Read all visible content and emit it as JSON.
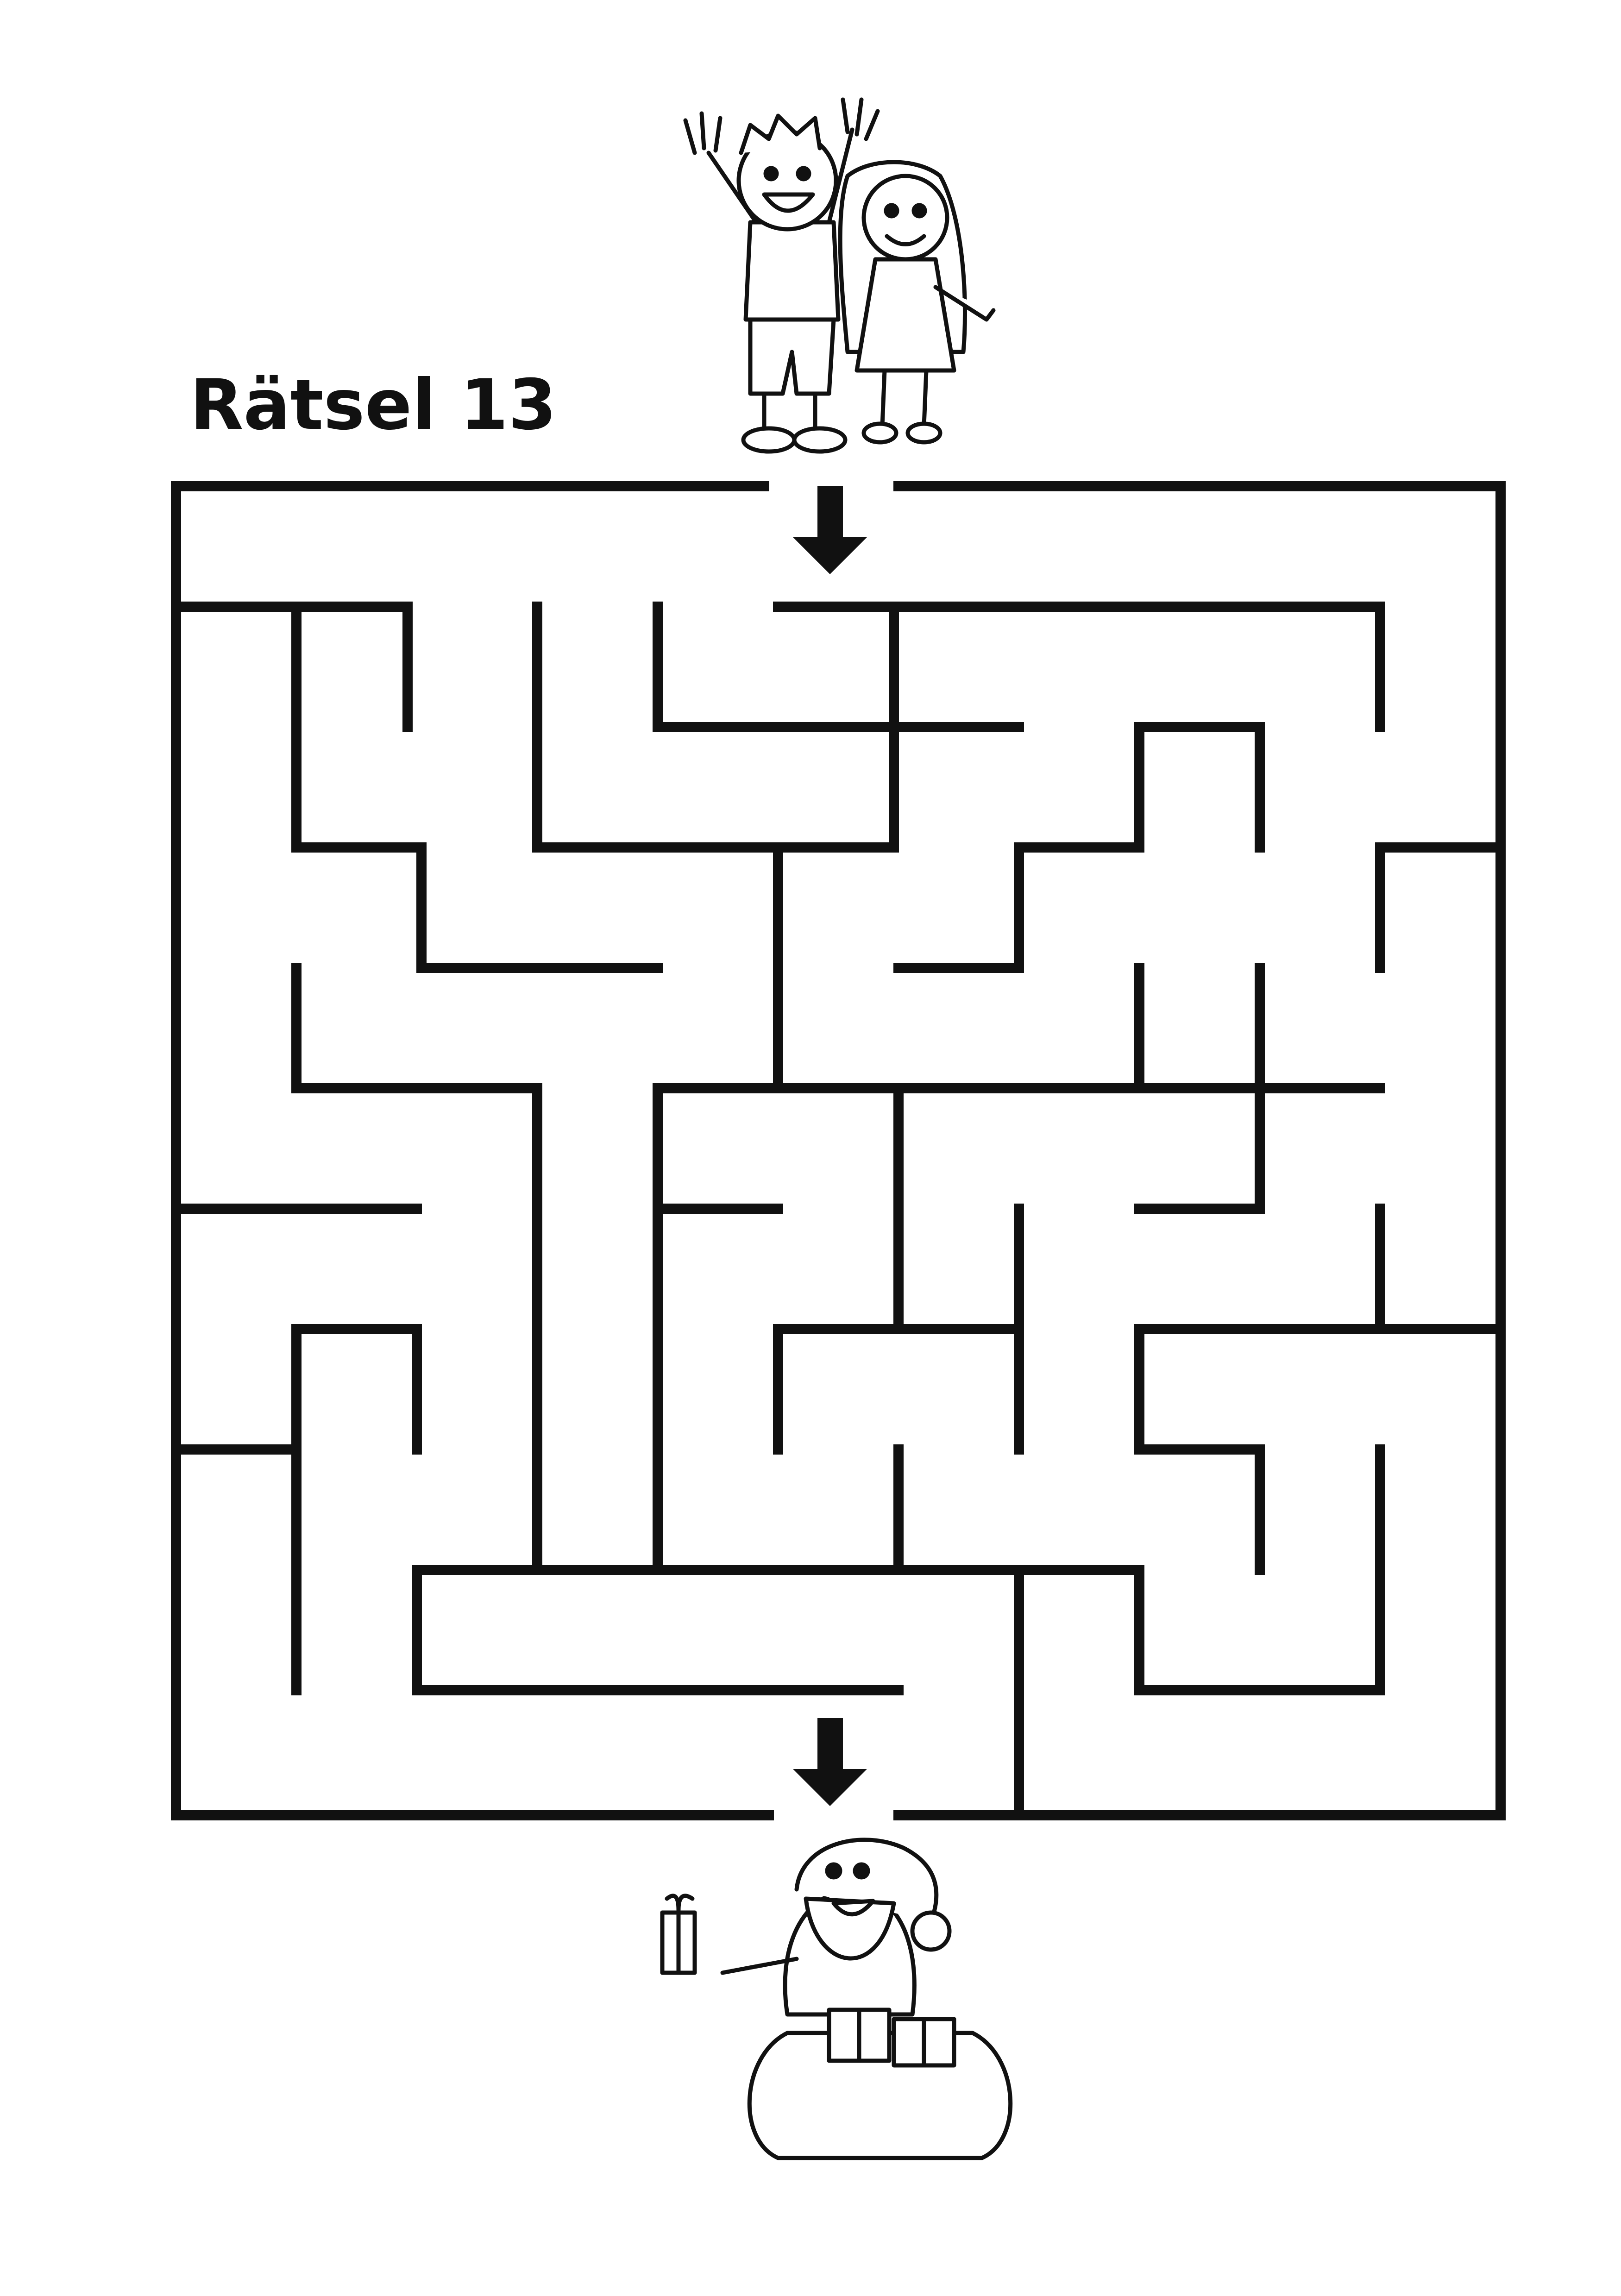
{
  "puzzle": {
    "title": "Rätsel 13",
    "type": "maze",
    "grid_cells": [
      11,
      11
    ],
    "entrance": "top",
    "exit": "bottom"
  },
  "start_illustration": {
    "icon": "children-cheering-icon"
  },
  "goal_illustration": {
    "icon": "santa-with-gift-sack-icon"
  },
  "colors": {
    "ink": "#111111",
    "background": "#ffffff"
  }
}
